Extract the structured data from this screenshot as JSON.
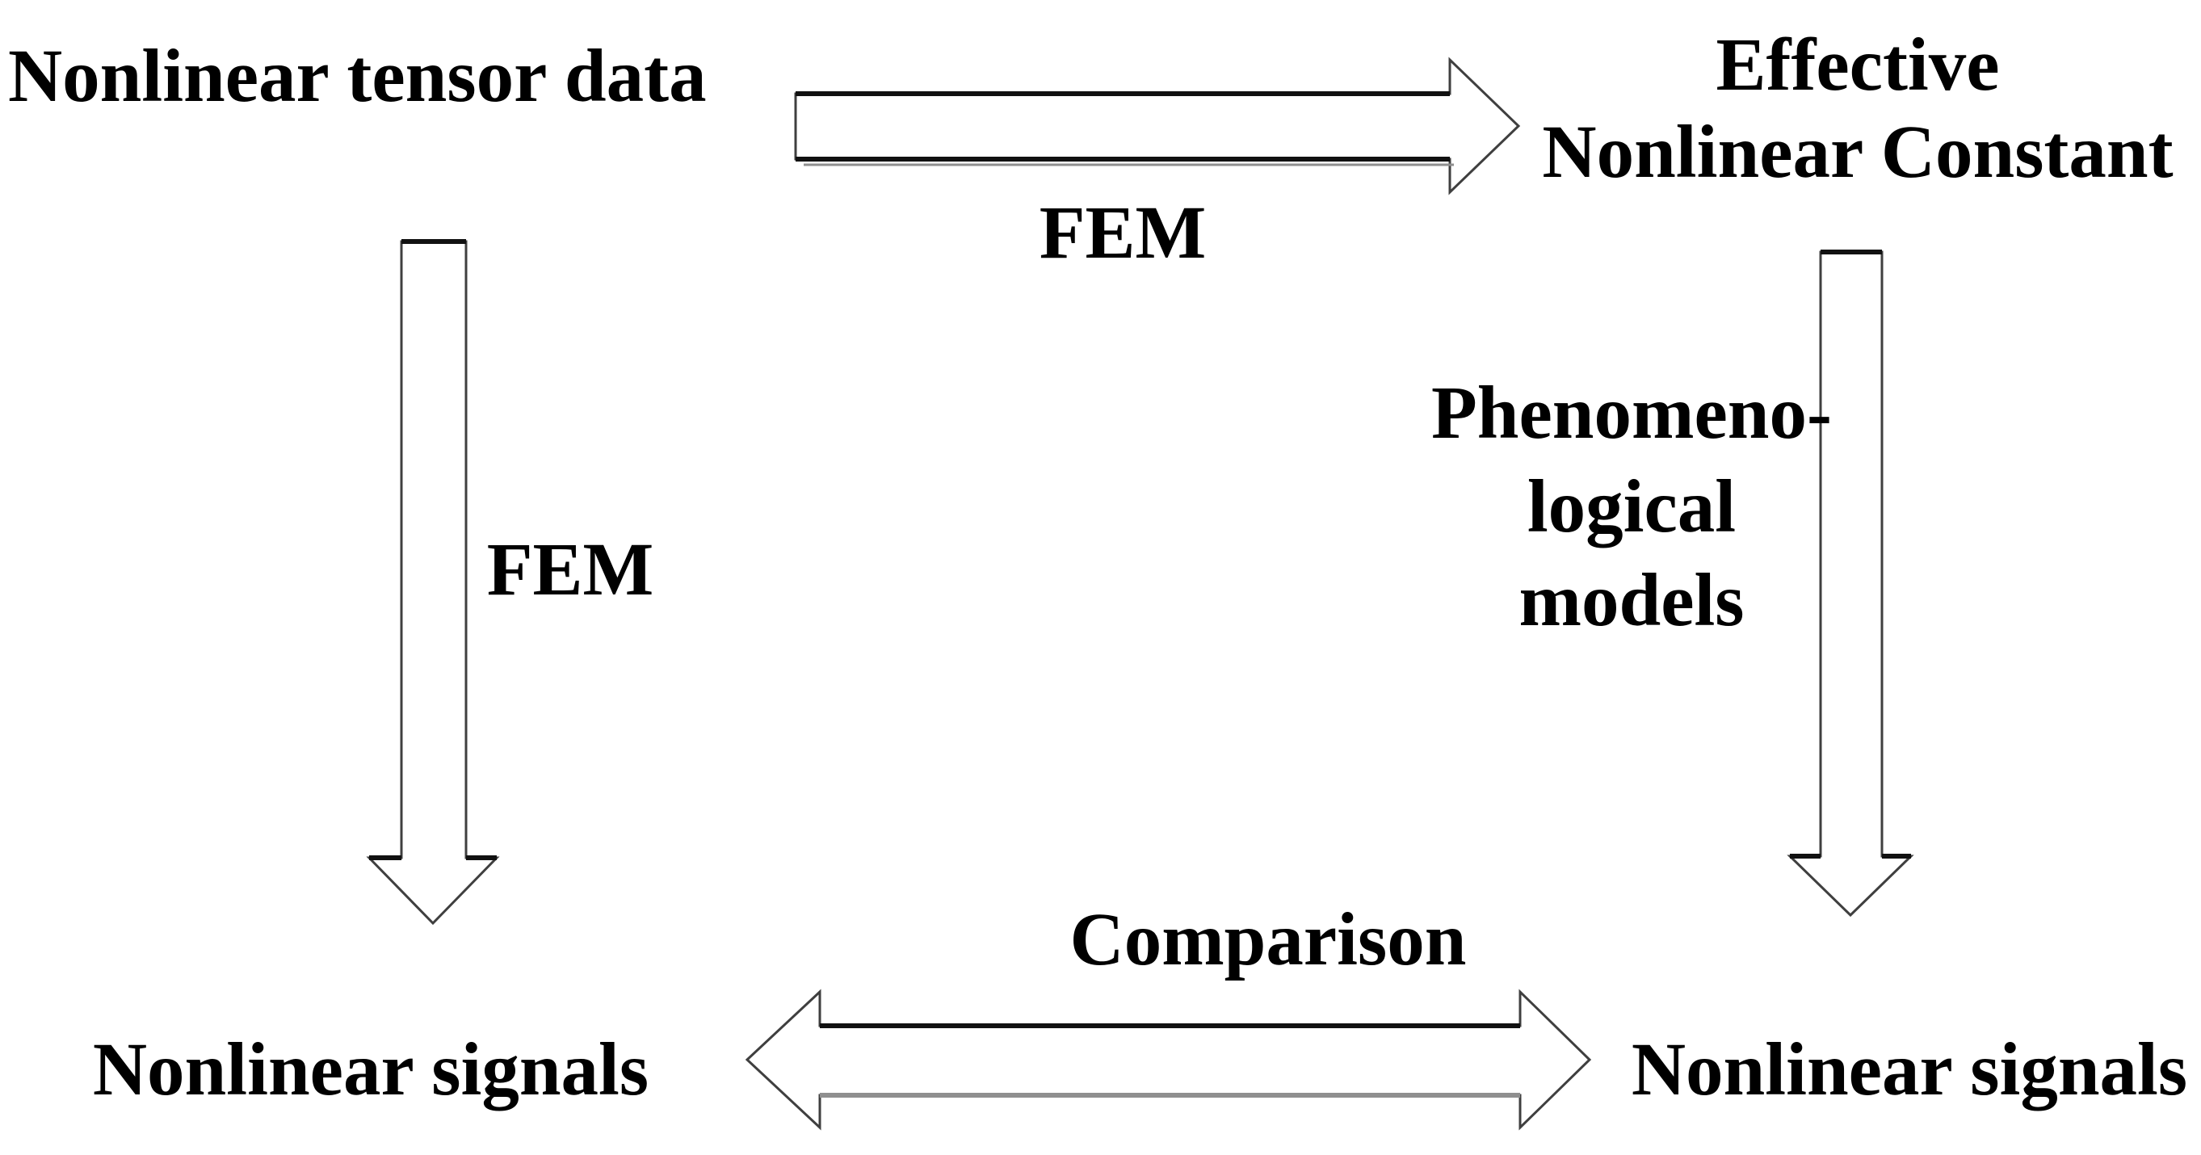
{
  "figure": {
    "background_color": "#ffffff",
    "text_color": "#000000",
    "nodes": {
      "top_left": "Nonlinear tensor data",
      "top_right": "Effective\nNonlinear Constant",
      "bottom_left": "Nonlinear signals",
      "bottom_right": "Nonlinear signals"
    },
    "edges": {
      "top": {
        "label": "FEM",
        "icon": "right-block-arrow"
      },
      "left": {
        "label": "FEM",
        "icon": "down-block-arrow"
      },
      "right": {
        "label": "Phenomeno-\nlogical\nmodels",
        "icon": "down-block-arrow"
      },
      "bottom": {
        "label": "Comparison",
        "icon": "left-right-block-arrow"
      }
    },
    "colors": {
      "arrow_fill": "#ffffff",
      "arrow_outline": "#3f3f3f",
      "edge_dark": "#111111",
      "edge_gray": "#8f8f8f"
    }
  }
}
